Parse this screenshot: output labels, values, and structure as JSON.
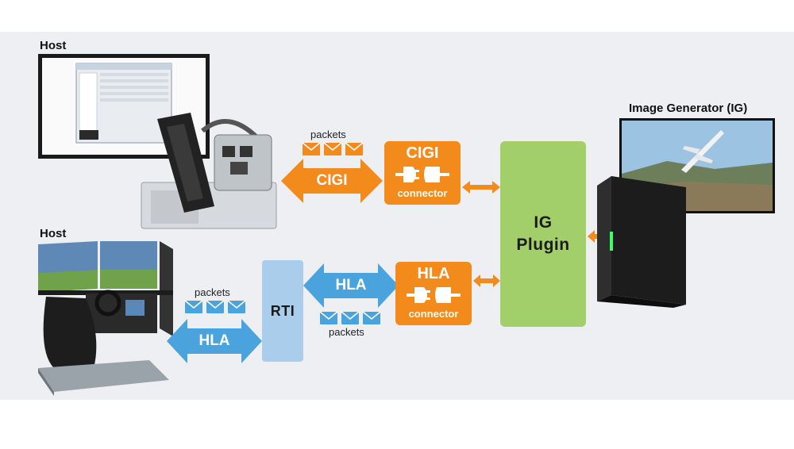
{
  "labels": {
    "host_top": "Host",
    "host_bottom": "Host",
    "image_generator": "Image Generator (IG)"
  },
  "cigi": {
    "arrow_label": "CIGI",
    "packets_label": "packets",
    "connector_title": "CIGI",
    "connector_sub": "connector"
  },
  "hla": {
    "arrow_label_left": "HLA",
    "arrow_label_right": "HLA",
    "packets_label_left": "packets",
    "packets_label_right": "packets",
    "connector_title": "HLA",
    "connector_sub": "connector"
  },
  "rti": {
    "label": "RTI"
  },
  "ig_plugin": {
    "line1": "IG",
    "line2": "Plugin"
  },
  "colors": {
    "orange": "#f28a1c",
    "blue": "#4aa3dc",
    "light_blue": "#a9cdea",
    "green": "#a3cf6a",
    "background": "#eeeff2"
  },
  "icons": [
    "monitor-icon",
    "cockpit-simulator-icon",
    "driving-simulator-icon",
    "envelope-icon",
    "plug-icon",
    "server-tower-icon",
    "airplane-icon"
  ]
}
